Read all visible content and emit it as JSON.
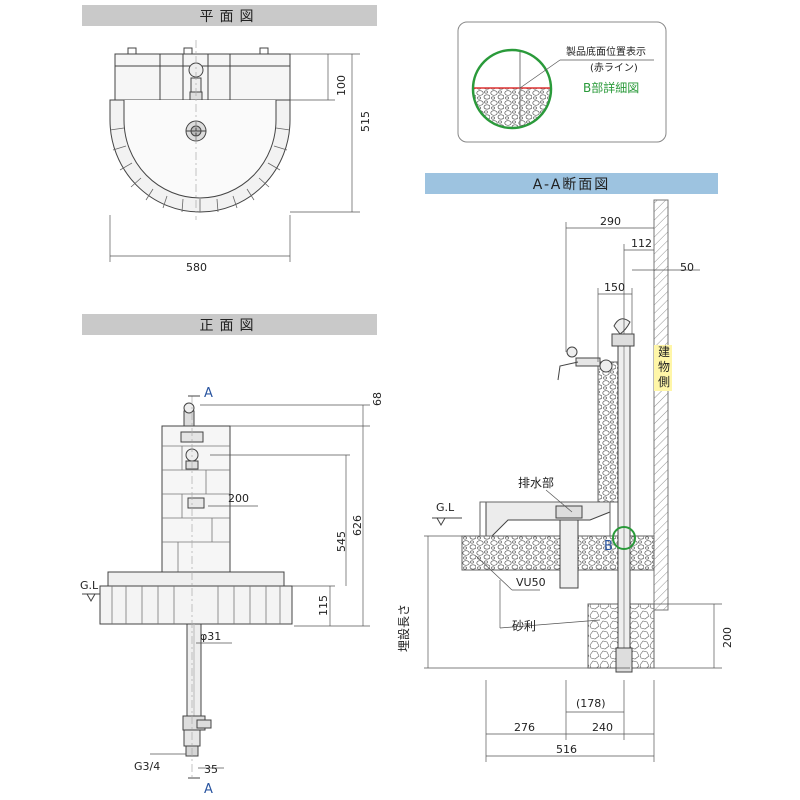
{
  "sections": {
    "plan": "平面図",
    "front": "正面図",
    "section": "A-A断面図"
  },
  "plan": {
    "dim_width": "580",
    "dim_depth": "515",
    "dim_inner": "100"
  },
  "front": {
    "dim_top": "68",
    "dim_body": "200",
    "dim_height1": "545",
    "dim_height2": "626",
    "dim_base": "115",
    "dim_pipe": "φ31",
    "dim_thread": "G3/4",
    "dim_offset": "35",
    "gl": "G.L",
    "marker_a": "A"
  },
  "detail": {
    "note1": "製品底面位置表示",
    "note2": "(赤ライン)",
    "title": "B部詳細図"
  },
  "section": {
    "dim_290": "290",
    "dim_112": "112",
    "dim_50": "50",
    "dim_150": "150",
    "building_side": "建物側",
    "drain": "排水部",
    "gl": "G.L",
    "marker_b": "B",
    "vu50": "VU50",
    "gravel": "砂利",
    "burial": "埋設長さ",
    "dim_200": "200",
    "dim_178": "(178)",
    "dim_276": "276",
    "dim_240": "240",
    "dim_516": "516"
  }
}
